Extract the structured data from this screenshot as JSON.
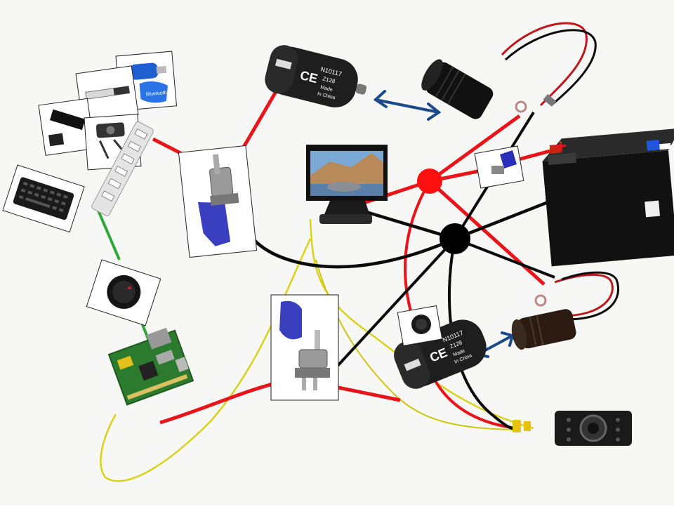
{
  "colors": {
    "positive_wire": "#e8141a",
    "ground_wire": "#0a0a0a",
    "video_wire": "#d9d21a",
    "signal_wire": "#2fa83a",
    "arrow": "#1a4a8a",
    "junction_positive": "#ff1010",
    "junction_ground": "#000000",
    "switch_cover": "#3a3fbf"
  },
  "labels": {
    "usb_charger_top": {
      "line1": "N10117",
      "line2": "Z128",
      "line3": "Made",
      "line4": "In China"
    },
    "usb_charger_bottom": {
      "line1": "N10117",
      "line2": "Z128",
      "line3": "Made",
      "line4": "In China"
    },
    "battery_plus": "+",
    "bluetooth_text": "Bluetooth"
  },
  "icons": [
    "usb-wifi-dongle-icon",
    "usb-bluetooth-dongle-icon",
    "usb-flash-drive-icon",
    "usb-webcam-icon",
    "mini-keyboard-icon",
    "usb-hub-icon",
    "rocker-switch-icon",
    "raspberry-pi-icon",
    "toggle-switch-icon",
    "usb-car-charger-icon",
    "cigarette-socket-icon",
    "car-battery-icon",
    "lcd-monitor-icon",
    "push-button-icon",
    "backup-camera-icon"
  ]
}
